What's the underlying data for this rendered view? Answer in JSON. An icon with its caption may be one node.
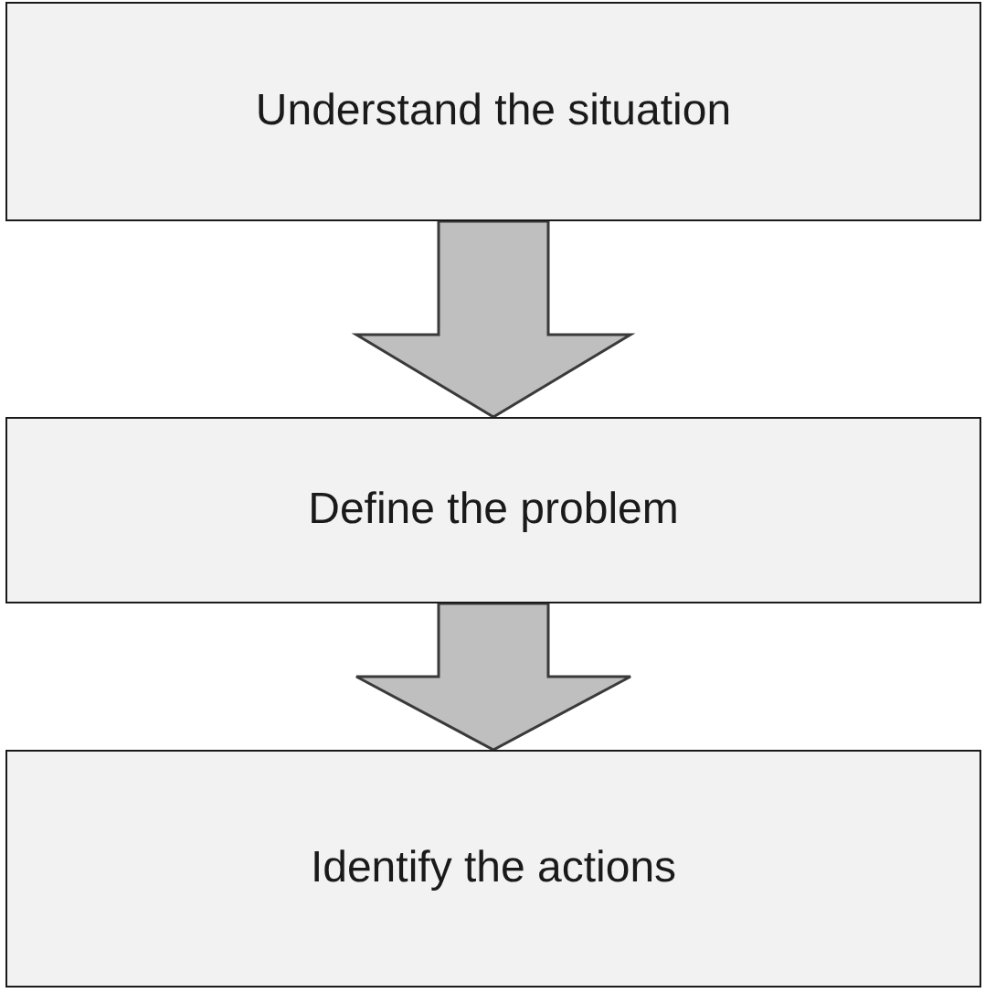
{
  "diagram": {
    "nodes": [
      {
        "text": [
          "Understand the situation"
        ]
      },
      {
        "text": [
          "Define the problem"
        ]
      },
      {
        "text": [
          "Identify the actions"
        ]
      }
    ],
    "edges": [
      {
        "from": 0,
        "to": 1,
        "arrow": "to"
      },
      {
        "from": 1,
        "to": 2,
        "arrow": "to"
      }
    ]
  }
}
